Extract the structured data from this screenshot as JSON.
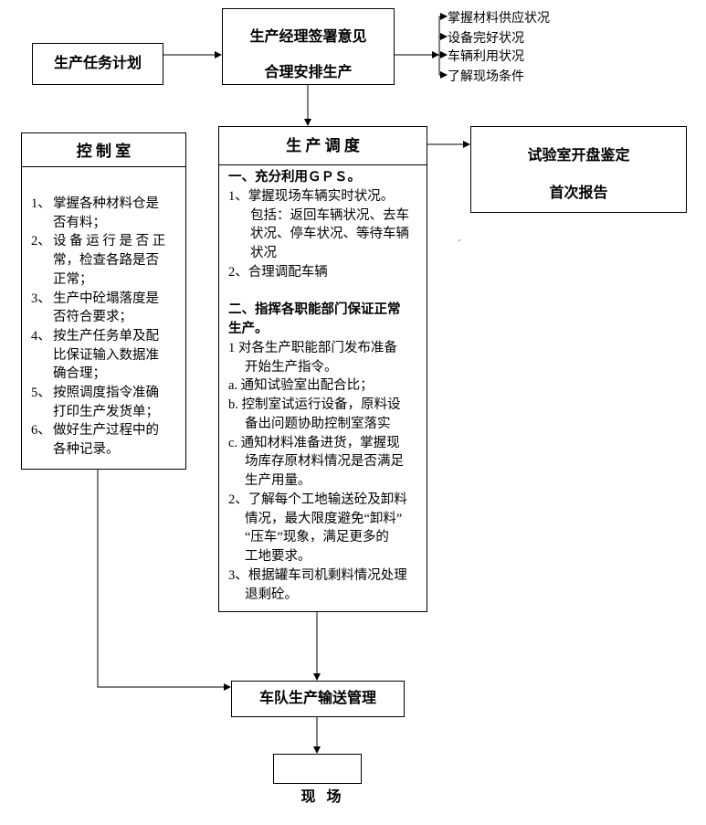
{
  "plan": "生产任务计划",
  "manager": {
    "line1": "生产经理签署意见",
    "line2": "合理安排生产"
  },
  "manager_tasks": [
    "掌握材料供应状况",
    "设备完好状况",
    "车辆利用状况",
    "了解现场条件"
  ],
  "control_room": {
    "title": "控 制 室",
    "items": [
      {
        "num": "1、",
        "lines": [
          "掌握各种材料仓是",
          "否有料；"
        ]
      },
      {
        "num": "2、",
        "lines": [
          "设 备 运 行 是 否 正",
          "常，检查各路是否",
          "正常；"
        ]
      },
      {
        "num": "3、",
        "lines": [
          "生产中砼塌落度是",
          "否符合要求；"
        ]
      },
      {
        "num": "4、",
        "lines": [
          "按生产任务单及配",
          "比保证输入数据准",
          "确合理；"
        ]
      },
      {
        "num": "5、",
        "lines": [
          "按照调度指令准确",
          "打印生产发货单；"
        ]
      },
      {
        "num": "6、",
        "lines": [
          "做好生产过程中的",
          "各种记录。"
        ]
      }
    ]
  },
  "dispatch": {
    "title": "生 产 调 度",
    "lines": [
      {
        "t": "一、充分利用ＧＰＳ。",
        "bold": true,
        "indent": 0
      },
      {
        "t": "1、掌握现场车辆实时状况。",
        "indent": 0
      },
      {
        "t": "包括：返回车辆状况、去车",
        "indent": 24
      },
      {
        "t": "状况、停车状况、等待车辆",
        "indent": 24
      },
      {
        "t": "状况",
        "indent": 24
      },
      {
        "t": "2、合理调配车辆",
        "indent": 0
      },
      {
        "t": "",
        "indent": 0
      },
      {
        "t": "二、指挥各职能部门保证正常",
        "bold": true,
        "indent": 0
      },
      {
        "t": "生产。",
        "bold": true,
        "indent": 0
      },
      {
        "t": "1  对各生产职能部门发布准备",
        "indent": 0
      },
      {
        "t": "开始生产指令。",
        "indent": 18
      },
      {
        "t": "a. 通知试验室出配合比；",
        "indent": 0
      },
      {
        "t": "b. 控制室试运行设备，原料设",
        "indent": 0
      },
      {
        "t": "备出问题协助控制室落实",
        "indent": 18
      },
      {
        "t": "c. 通知材料准备进货，掌握现",
        "indent": 0
      },
      {
        "t": "场库存原材料情况是否满足",
        "indent": 18
      },
      {
        "t": "生产用量。",
        "indent": 18
      },
      {
        "t": "2、了解每个工地输送砼及卸料",
        "indent": 0
      },
      {
        "t": "情况，最大限度避免“卸料”",
        "indent": 18
      },
      {
        "t": "“压车”现象，满足更多的",
        "indent": 18
      },
      {
        "t": "工地要求。",
        "indent": 18
      },
      {
        "t": "3、根据罐车司机剩料情况处理",
        "indent": 0
      },
      {
        "t": "退剩砼。",
        "indent": 18
      }
    ]
  },
  "lab": {
    "line1": "试验室开盘鉴定",
    "line2": "首次报告"
  },
  "fleet": "车队生产输送管理",
  "site": "现   场"
}
